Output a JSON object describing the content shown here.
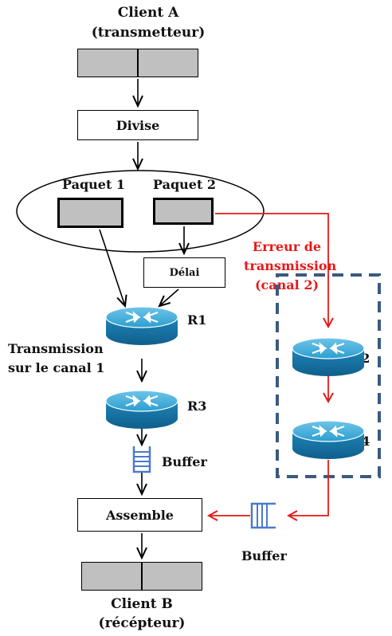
{
  "client_a": {
    "line1": "Client A",
    "line2": "(transmetteur)"
  },
  "divise": "Divise",
  "paquet1": "Paquet 1",
  "paquet2": "Paquet 2",
  "delai": "Délai",
  "erreur": {
    "line1": "Erreur de",
    "line2": "transmission",
    "line3": "(canal 2)"
  },
  "routers": {
    "r1": "R1",
    "r2": "R2",
    "r3": "R3",
    "r4": "R4"
  },
  "transmission": {
    "line1": "Transmission",
    "line2": "sur le canal 1"
  },
  "buffer_1": "Buffer",
  "buffer_2": "Buffer",
  "assemble": "Assemble",
  "client_b": {
    "line1": "Client B",
    "line2": "(récépteur)"
  },
  "colors": {
    "router_blue": "#1f8fbf",
    "error_red": "#e61919",
    "dashed_border": "#3b5a80",
    "buffer_blue": "#4a7bc8",
    "bar_gray": "#c0c0c0"
  }
}
